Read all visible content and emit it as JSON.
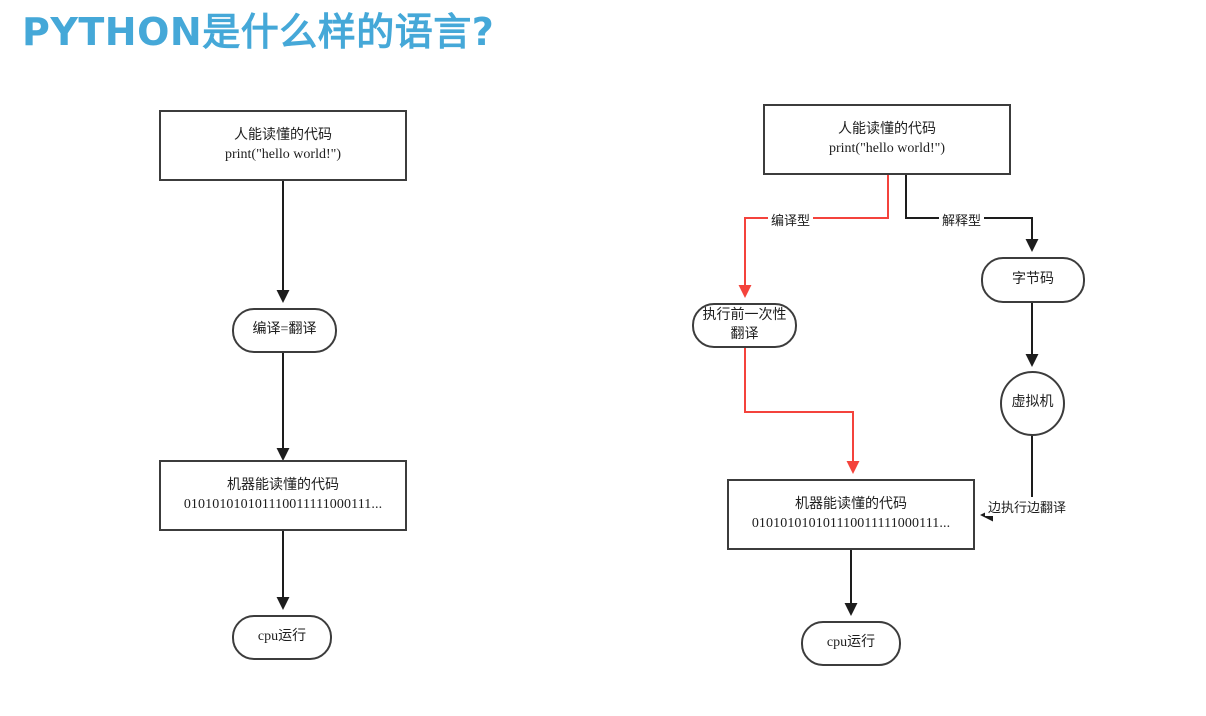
{
  "slide": {
    "title": "PYTHON是什么样的语言?",
    "title_color": "#45a8d8",
    "background": "#ffffff"
  },
  "palette": {
    "node_stroke": "#3c3c3c",
    "edge_black": "#1d1d1d",
    "edge_red": "#f4433c",
    "text": "#1d1d1d"
  },
  "diagrams": [
    {
      "id": "compiled-language-flow",
      "name": "左侧流程图",
      "nodes": {
        "human_code": {
          "shape": "rect",
          "line1": "人能读懂的代码",
          "line2": "print(\"hello world!\")"
        },
        "compile": {
          "shape": "rounded",
          "line1": "编译=翻译"
        },
        "machine_code": {
          "shape": "rect",
          "line1": "机器能读懂的代码",
          "line2": "010101010101110011111000111..."
        },
        "cpu": {
          "shape": "rounded",
          "line1": "cpu运行"
        }
      }
    },
    {
      "id": "compiled-vs-interpreted-flow",
      "name": "右侧流程图",
      "nodes": {
        "human_code": {
          "shape": "rect",
          "line1": "人能读懂的代码",
          "line2": "print(\"hello world!\")"
        },
        "ahead_of_time": {
          "shape": "rounded",
          "line1": "执行前一次性",
          "line2": "翻译"
        },
        "bytecode": {
          "shape": "rounded",
          "line1": "字节码"
        },
        "vm": {
          "shape": "circle",
          "line1": "虚拟机"
        },
        "machine_code": {
          "shape": "rect",
          "line1": "机器能读懂的代码",
          "line2": "010101010101110011111000111..."
        },
        "cpu": {
          "shape": "rounded",
          "line1": "cpu运行"
        }
      },
      "edge_labels": {
        "compiled": "编译型",
        "interpreted": "解释型",
        "jit": "边执行边翻译"
      }
    }
  ]
}
